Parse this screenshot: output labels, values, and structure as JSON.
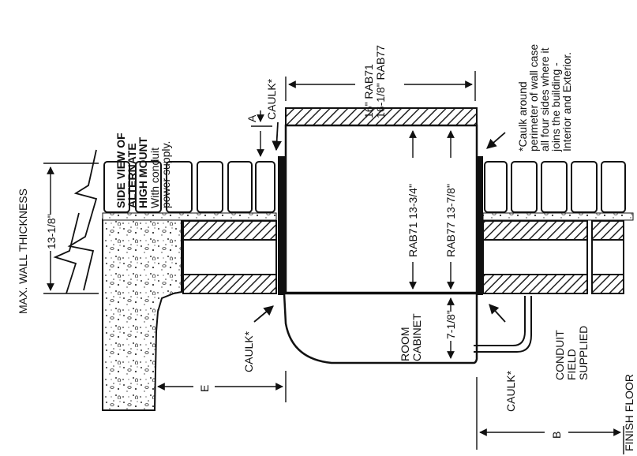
{
  "labels": {
    "max_wall_thickness": "MAX. WALL THICKNESS",
    "wall_dim": "13-1/8\"",
    "side_view_l1": "SIDE VIEW OF",
    "side_view_l2": "ALTERNATE",
    "side_view_l3": "HIGH MOUNT",
    "side_view_l4": "With conduit",
    "side_view_l5": "power supply.",
    "caulk_top": "CAULK*",
    "dim_a": "A",
    "width_l1": "16\" RAB71",
    "width_l2": "16-1/8\" RAB77",
    "rab71_height": "RAB71 13-3/4\"",
    "rab77_height": "RAB77 13-7/8\"",
    "note_l1": "*Caulk around",
    "note_l2": "perimeter of wall case",
    "note_l3": "all four sides where it",
    "note_l4": "joins the building -",
    "note_l5": "Interior and Exterior.",
    "caulk_left": "CAULK*",
    "room_cabinet_l1": "ROOM",
    "room_cabinet_l2": "CABINET",
    "cabinet_dim": "7-1/8\"",
    "caulk_bottom": "CAULK*",
    "conduit_l1": "CONDUIT",
    "conduit_l2": "FIELD",
    "conduit_l3": "SUPPLIED",
    "finish_floor": "FINISH FLOOR",
    "dim_e": "E",
    "dim_b": "B"
  },
  "colors": {
    "ink": "#111111",
    "paper": "#ffffff",
    "hatch": "#222222"
  }
}
